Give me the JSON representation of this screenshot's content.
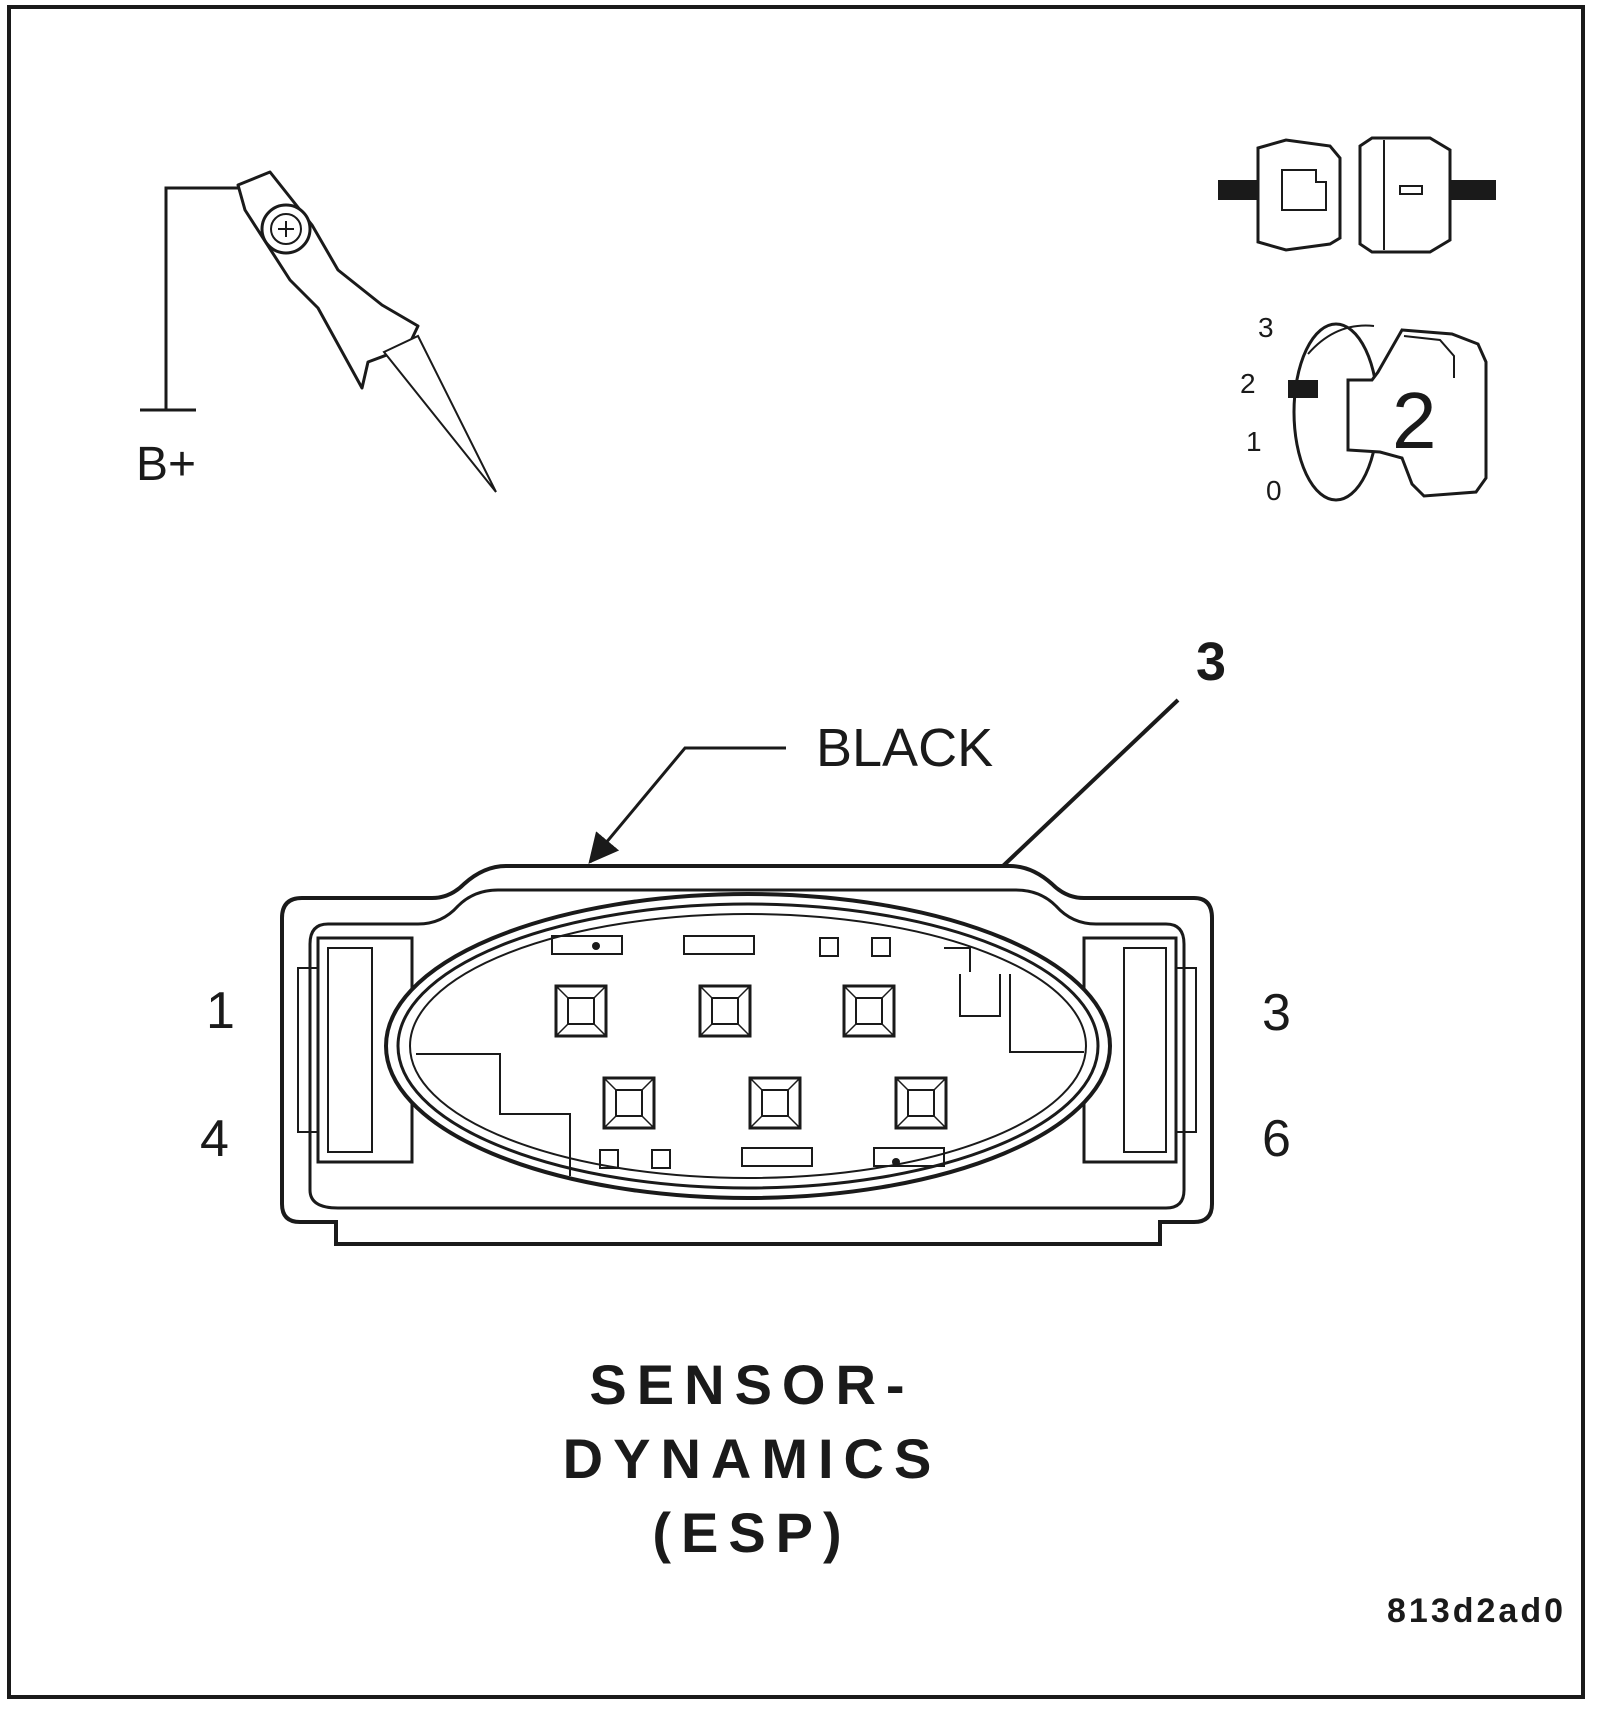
{
  "probe": {
    "supply_label": "B+"
  },
  "ignition": {
    "positions": [
      "3",
      "2",
      "1",
      "0"
    ],
    "key_number": "2"
  },
  "callout": {
    "number": "3"
  },
  "connector": {
    "color_label": "BLACK",
    "cavity_top_left": "1",
    "cavity_bottom_left": "4",
    "cavity_top_right": "3",
    "cavity_bottom_right": "6"
  },
  "caption": {
    "line1": "SENSOR-",
    "line2": "DYNAMICS",
    "line3": "(ESP)"
  },
  "figure_id": "813d2ad0"
}
